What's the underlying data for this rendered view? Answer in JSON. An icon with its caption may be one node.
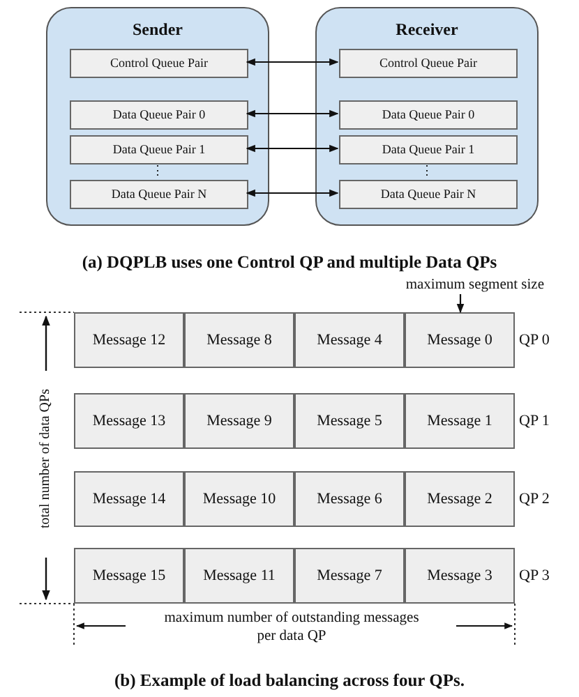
{
  "diagram": {
    "nodes": [
      {
        "text": [
          "Sender"
        ]
      },
      {
        "text": [
          "Control Queue Pair"
        ],
        "in": 0
      },
      {
        "text": [
          "Data Queue Pair 0"
        ],
        "in": 0
      },
      {
        "text": [
          "Data Queue Pair 1"
        ],
        "in": 0
      },
      {
        "text": [
          "Data Queue Pair N"
        ],
        "in": 0
      },
      {
        "text": [
          "Receiver"
        ]
      },
      {
        "text": [
          "Control Queue Pair"
        ],
        "in": 5
      },
      {
        "text": [
          "Data Queue Pair 0"
        ],
        "in": 5
      },
      {
        "text": [
          "Data Queue Pair 1"
        ],
        "in": 5
      },
      {
        "text": [
          "Data Queue Pair N"
        ],
        "in": 5
      },
      {
        "text": [
          "maximum segment size"
        ]
      },
      {
        "text": [
          "Message 12"
        ]
      },
      {
        "text": [
          "Message 8"
        ]
      },
      {
        "text": [
          "Message 4"
        ]
      },
      {
        "text": [
          "Message 0"
        ]
      },
      {
        "text": [
          "Message 13"
        ]
      },
      {
        "text": [
          "Message 9"
        ]
      },
      {
        "text": [
          "Message 5"
        ]
      },
      {
        "text": [
          "Message 1"
        ]
      },
      {
        "text": [
          "Message 14"
        ]
      },
      {
        "text": [
          "Message 10"
        ]
      },
      {
        "text": [
          "Message 6"
        ]
      },
      {
        "text": [
          "Message 2"
        ]
      },
      {
        "text": [
          "Message 15"
        ]
      },
      {
        "text": [
          "Message 11"
        ]
      },
      {
        "text": [
          "Message 7"
        ]
      },
      {
        "text": [
          "Message 3"
        ]
      }
    ],
    "edges": [
      {
        "from": 1,
        "to": 6,
        "arrow": "both"
      },
      {
        "from": 2,
        "to": 7,
        "arrow": "both"
      },
      {
        "from": 3,
        "to": 8,
        "arrow": "both"
      },
      {
        "from": 4,
        "to": 9,
        "arrow": "both"
      },
      {
        "from": 10,
        "to": 14,
        "arrow": "to"
      }
    ],
    "labels": [
      "⋮",
      "⋮",
      "(a) DQPLB uses one Control QP and multiple Data QPs",
      "QP 0",
      "QP 1",
      "QP 2",
      "QP 3",
      "total number of data QPs",
      "maximum number of outstanding messages per data QP",
      "(b) Example of load balancing across four QPs."
    ]
  }
}
